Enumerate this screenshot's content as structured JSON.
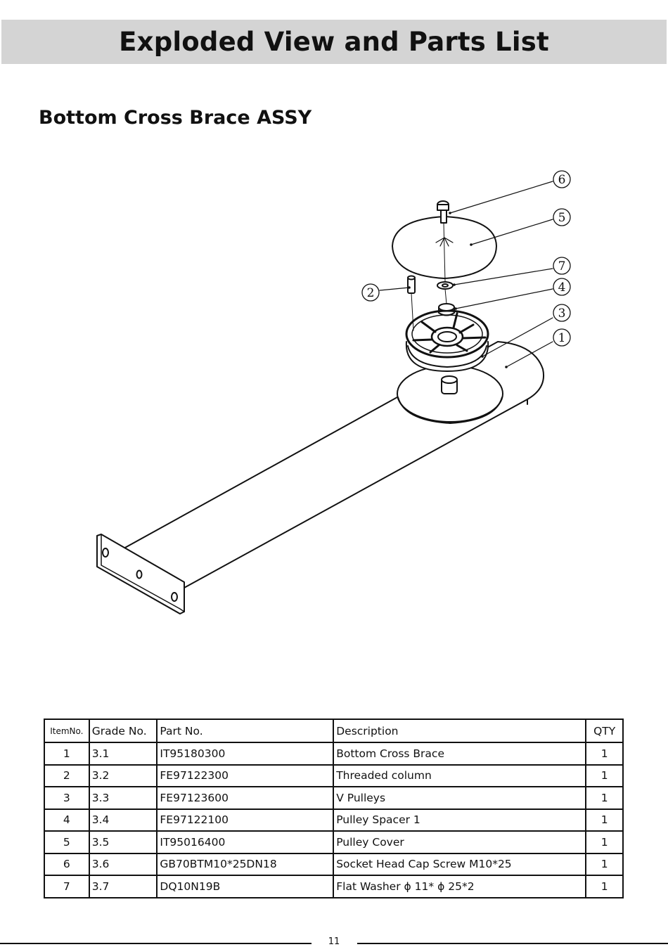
{
  "header": {
    "title": "Exploded View and Parts List"
  },
  "section": {
    "title": "Bottom Cross Brace ASSY"
  },
  "diagram": {
    "callouts": [
      "6",
      "5",
      "7",
      "4",
      "3",
      "1",
      "2"
    ]
  },
  "table": {
    "headers": {
      "item": "ItemNo.",
      "grade": "Grade No.",
      "part": "Part No.",
      "desc": "Description",
      "qty": "QTY"
    },
    "rows": [
      {
        "item": "1",
        "grade": "3.1",
        "part": "IT95180300",
        "desc": "Bottom Cross Brace",
        "qty": "1"
      },
      {
        "item": "2",
        "grade": "3.2",
        "part": "FE97122300",
        "desc": "Threaded column",
        "qty": "1"
      },
      {
        "item": "3",
        "grade": "3.3",
        "part": "FE97123600",
        "desc": "V Pulleys",
        "qty": "1"
      },
      {
        "item": "4",
        "grade": "3.4",
        "part": "FE97122100",
        "desc": "Pulley Spacer 1",
        "qty": "1"
      },
      {
        "item": "5",
        "grade": "3.5",
        "part": "IT95016400",
        "desc": "Pulley Cover",
        "qty": "1"
      },
      {
        "item": "6",
        "grade": "3.6",
        "part": "GB70BTM10*25DN18",
        "desc": "Socket Head Cap Screw M10*25",
        "qty": "1"
      },
      {
        "item": "7",
        "grade": "3.7",
        "part": "DQ10N19B",
        "desc": "Flat Washer ϕ 11* ϕ 25*2",
        "qty": "1"
      }
    ]
  },
  "footer": {
    "page_number": "11"
  }
}
